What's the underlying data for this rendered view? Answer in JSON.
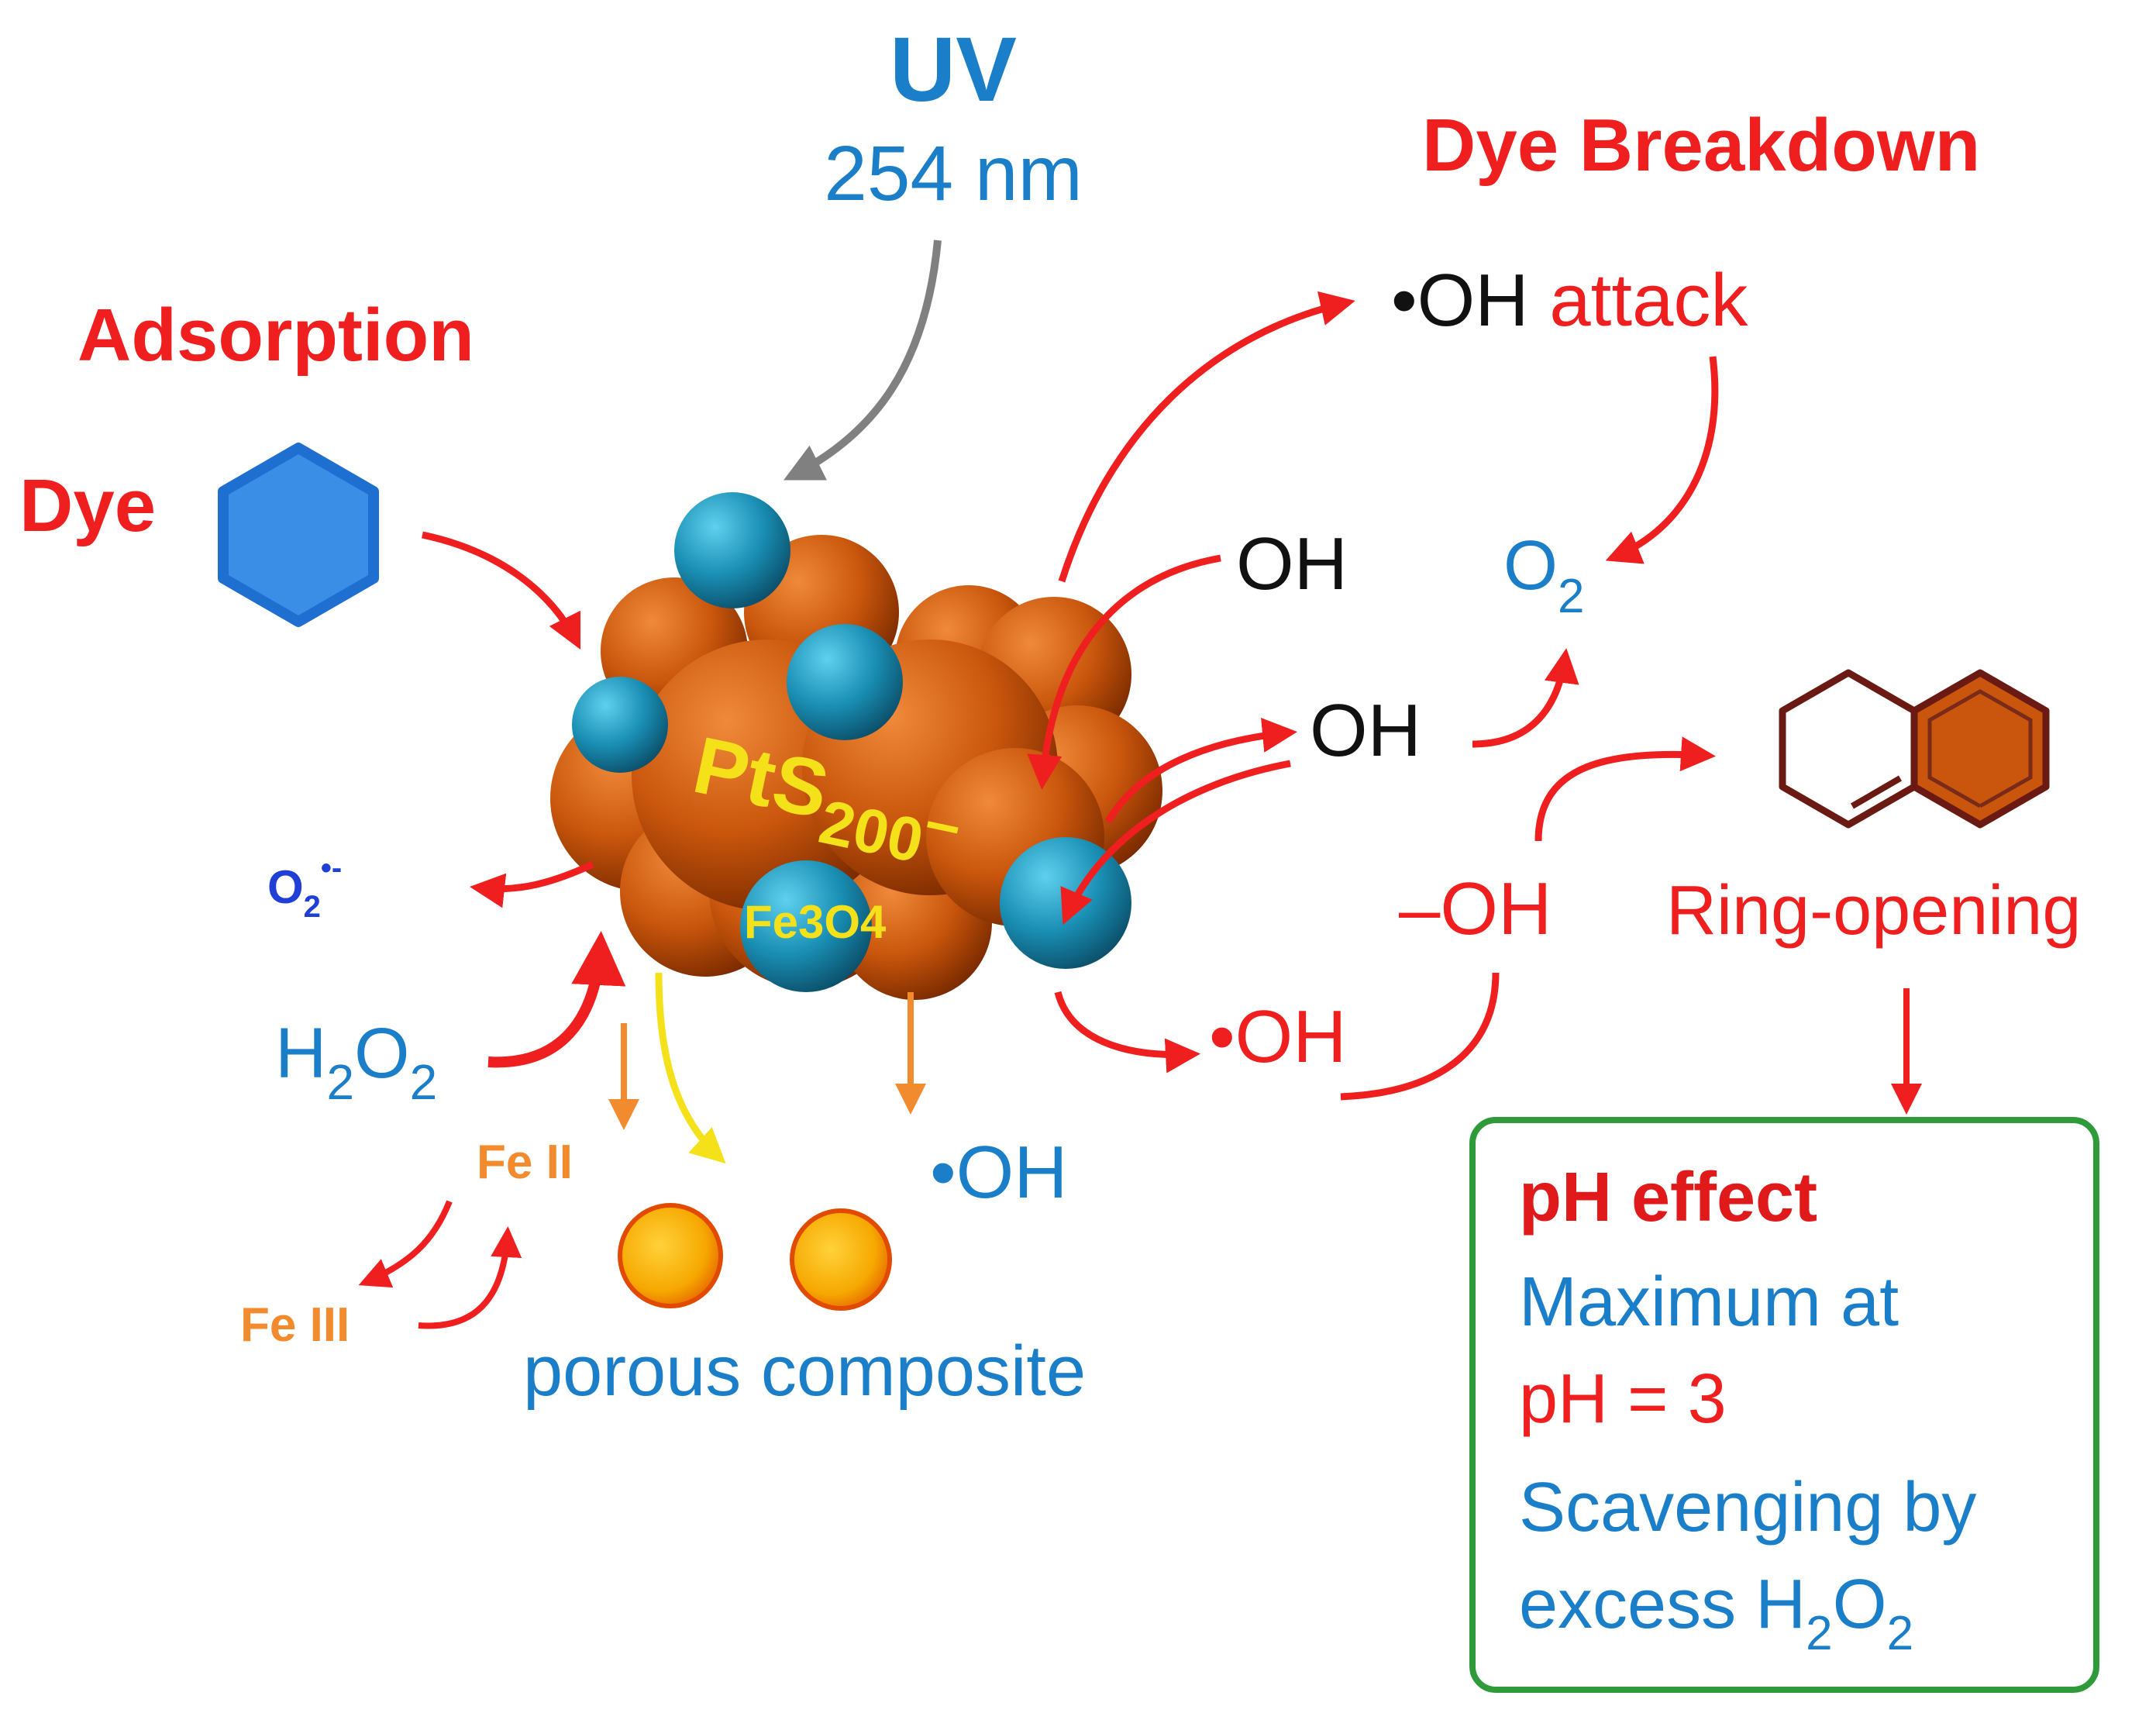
{
  "uv": {
    "title": "UV",
    "wavelength": "254 nm"
  },
  "adsorption": {
    "title": "Adsorption",
    "dye_label": "Dye"
  },
  "breakdown": {
    "title": "Dye Breakdown",
    "oh_attack_radical": "•OH",
    "oh_attack_word": "attack"
  },
  "catalyst": {
    "main_label": "PtS",
    "sub_label": "200",
    "dash": "–",
    "core_label": "Fe3O4"
  },
  "species": {
    "oh_upper": "OH",
    "oh_middle": "OH",
    "o2": "O",
    "o2_sub": "2",
    "superoxide": "O",
    "superoxide_sub": "2",
    "superoxide_dot": "•-",
    "hydroxide": "–OH",
    "oh_radical_red": "•OH",
    "oh_radical_blue": "•OH",
    "h2o2_h": "H",
    "h2o2_sub1": "2",
    "h2o2_o": "O",
    "h2o2_sub2": "2",
    "fe2": "Fe II",
    "fe3": "Fe III"
  },
  "porous": {
    "label": "porous composite"
  },
  "ring": {
    "label": "Ring-opening"
  },
  "ph_box": {
    "title": "pH effect",
    "line1": "Maximum at",
    "line2": "pH = 3",
    "line3": "Scavenging by",
    "line4_pre": "excess H",
    "line4_sub1": "2",
    "line4_mid": "O",
    "line4_sub2": "2"
  },
  "colors": {
    "red": "#f01f1f",
    "blue": "#1a7fc8",
    "dark_blue": "#1f3fd6",
    "orange": "#f28a2e",
    "yellow": "#f5e11a",
    "gray": "#808080",
    "green_border": "#2f9a3a",
    "sphere_brown": "#c9560c",
    "sphere_teal": "#1a8fb4",
    "porous_orange": "#f6a800"
  }
}
